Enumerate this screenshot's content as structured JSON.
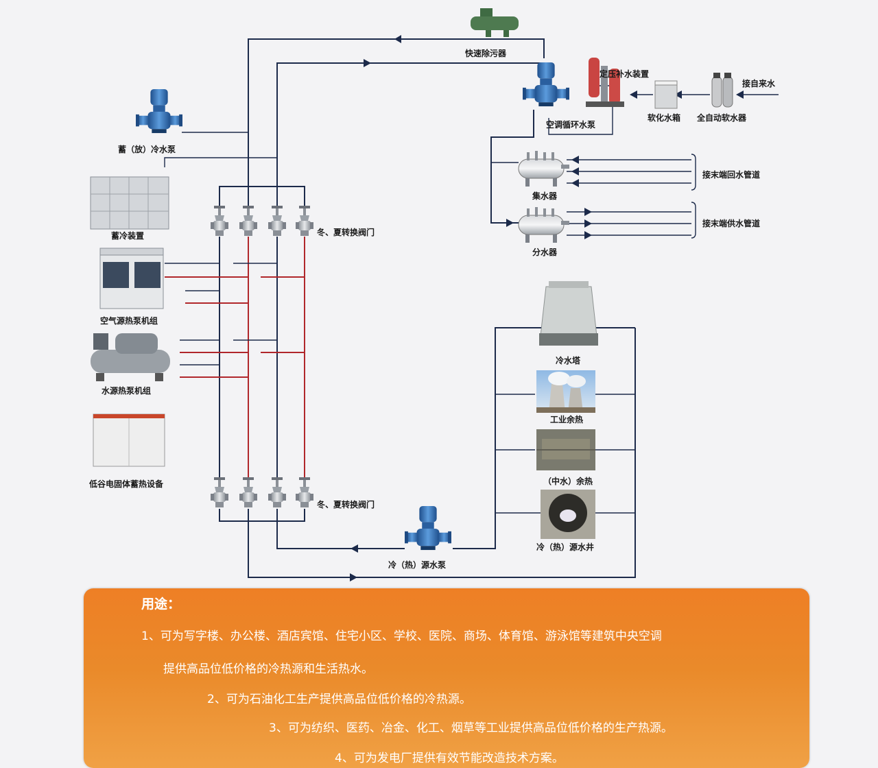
{
  "labels": {
    "quick_decontaminator": "快速除污器",
    "constant_pressure_device": "定压补水装置",
    "ac_circulation_pump": "空调循环水泵",
    "soft_water_tank": "软化水箱",
    "auto_softener": "全自动软水器",
    "tap_water_inlet": "接自来水",
    "storage_pump": "蓄（放）冷水泵",
    "cold_storage_device": "蓄冷装置",
    "collector": "集水器",
    "return_pipe": "接末端回水管道",
    "distributor": "分水器",
    "supply_pipe": "接末端供水管道",
    "valve_upper": "冬、夏转换阀门",
    "valve_lower": "冬、夏转换阀门",
    "air_source_heat_pump": "空气源热泵机组",
    "water_source_heat_pump": "水源热泵机组",
    "low_valley_storage": "低谷电固体蓄热设备",
    "cooling_tower": "冷水塔",
    "industrial_waste_heat": "工业余热",
    "reclaimed_water_heat": "（中水）余热",
    "source_well": "冷（热）源水井",
    "source_pump": "冷（热）源水泵"
  },
  "usage": {
    "title": "用途：",
    "items": [
      "1、可为写字楼、办公楼、酒店宾馆、住宅小区、学校、医院、商场、体育馆、游泳馆等建筑中央空调",
      "提供高品位低价格的冷热源和生活热水。",
      "2、可为石油化工生产提供高品位低价格的冷热源。",
      "3、可为纺织、医药、冶金、化工、烟草等工业提供高品位低价格的生产热源。",
      "4、可为发电厂提供有效节能改造技术方案。"
    ]
  },
  "colors": {
    "pipe": "#1c2a4a",
    "hot_pipe": "#b0262a",
    "pump_blue": "#2f6fb3",
    "panel_orange": "#ee7f25"
  }
}
